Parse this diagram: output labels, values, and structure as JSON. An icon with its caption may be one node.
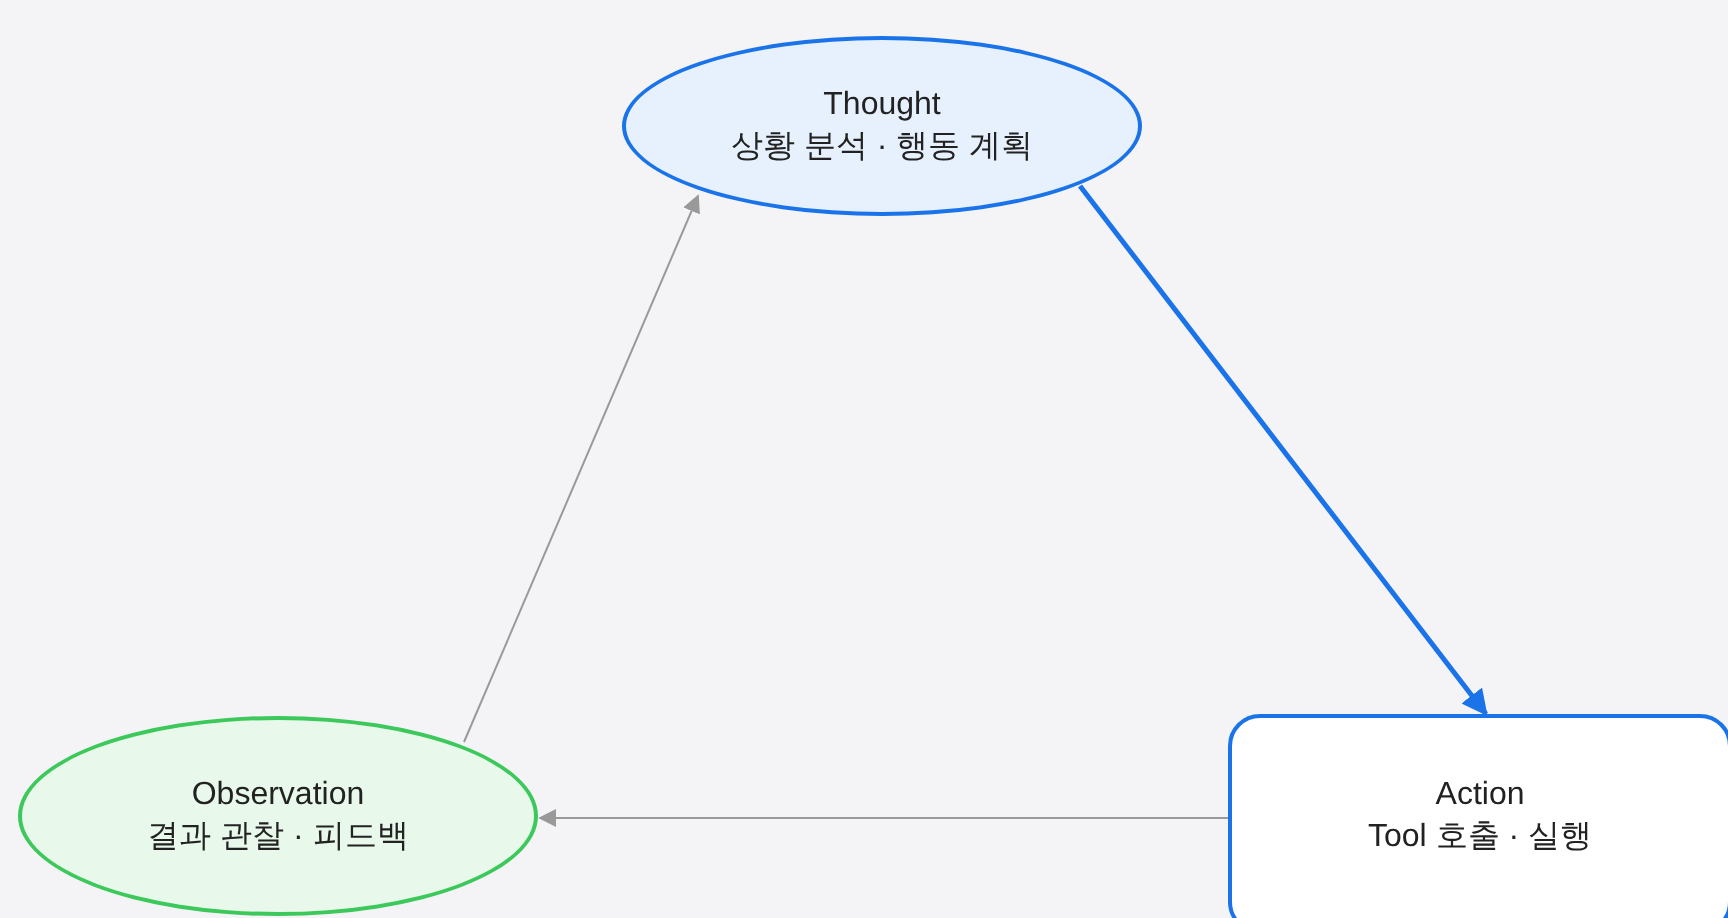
{
  "diagram": {
    "nodes": [
      {
        "text": [
          "Thought",
          "상황 분석 · 행동 계획"
        ]
      },
      {
        "text": [
          "Action",
          "Tool 호출 · 실행"
        ]
      },
      {
        "text": [
          "Observation",
          "결과 관찰 · 피드백"
        ]
      }
    ],
    "edges": [
      {
        "from": 0,
        "to": 1,
        "arrow": "to",
        "style": "thick",
        "color": "#1a73e8"
      },
      {
        "from": 1,
        "to": 2,
        "arrow": "to"
      },
      {
        "from": 2,
        "to": 0,
        "arrow": "to"
      }
    ]
  }
}
